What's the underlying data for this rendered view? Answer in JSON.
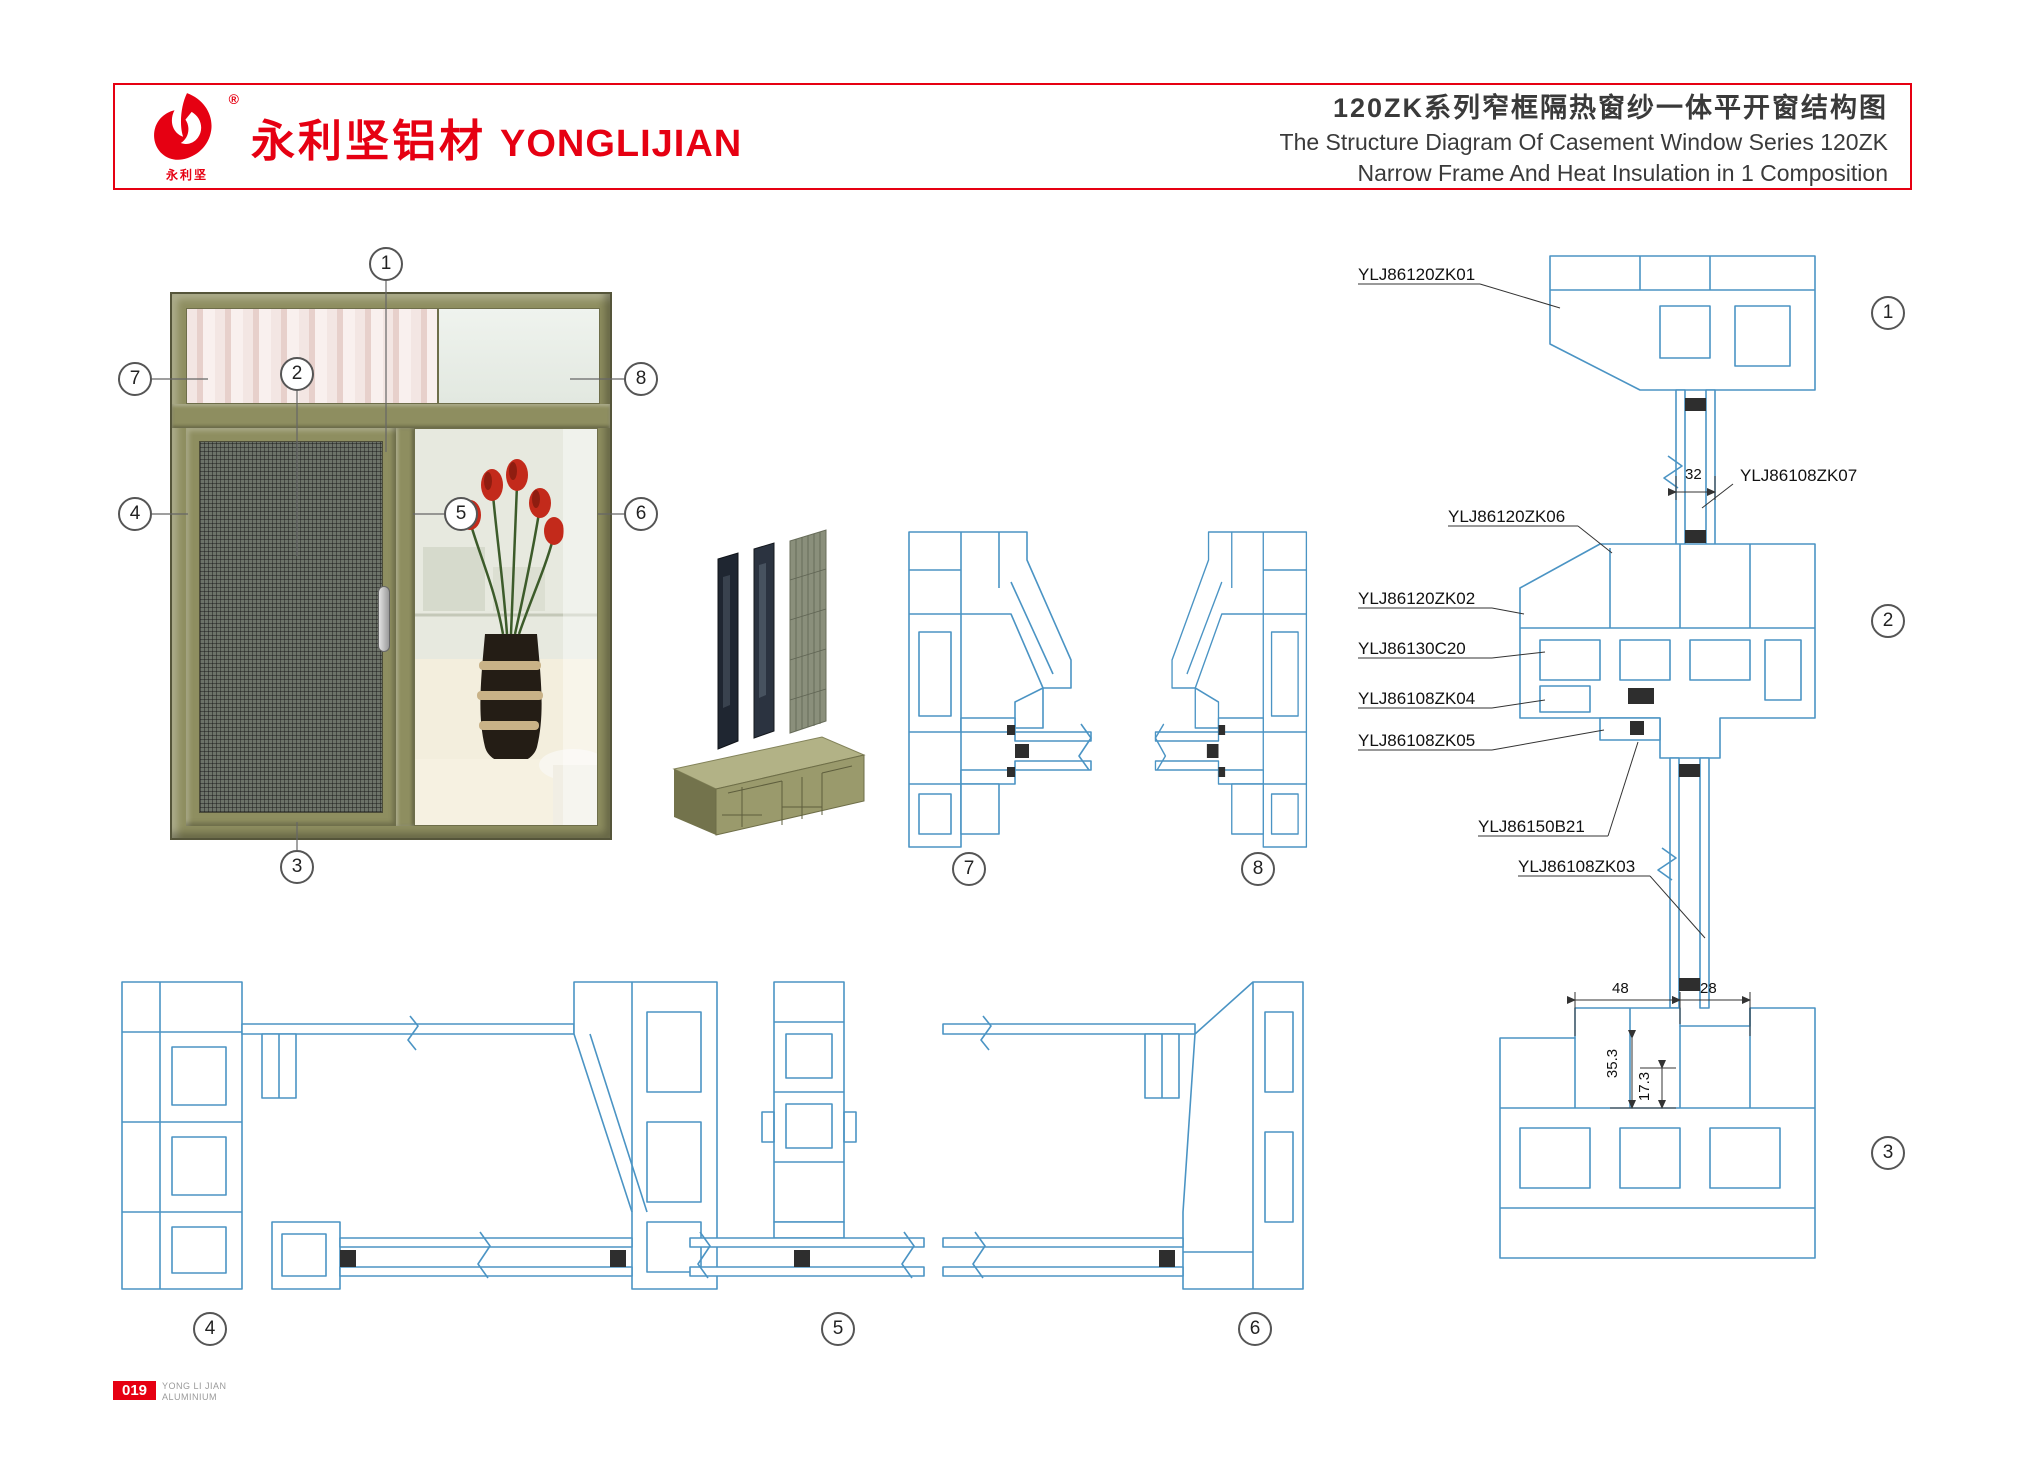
{
  "header": {
    "brand_cn": "永利坚铝材",
    "brand_en": "YONGLIJIAN",
    "logo_caption": "永利坚",
    "registered_mark": "®",
    "title_cn": "120ZK系列窄框隔热窗纱一体平开窗结构图",
    "title_en_line1": "The Structure Diagram Of Casement Window Series 120ZK",
    "title_en_line2": "Narrow Frame And Heat Insulation in 1 Composition"
  },
  "callouts": {
    "c1": "1",
    "c2": "2",
    "c3": "3",
    "c4": "4",
    "c5": "5",
    "c6": "6",
    "c7": "7",
    "c8": "8",
    "s4": "4",
    "s5": "5",
    "s6": "6",
    "s7": "7",
    "s8": "8",
    "d1": "1",
    "d2": "2",
    "d3": "3"
  },
  "part_labels": {
    "zk01": "YLJ86120ZK01",
    "zk06": "YLJ86120ZK06",
    "zk07": "YLJ86108ZK07",
    "zk02": "YLJ86120ZK02",
    "c20": "YLJ86130C20",
    "zk04": "YLJ86108ZK04",
    "zk05": "YLJ86108ZK05",
    "b21": "YLJ86150B21",
    "zk03": "YLJ86108ZK03"
  },
  "dimensions": {
    "glass_width": "32",
    "sill_width_a": "48",
    "sill_width_b": "28",
    "sill_height_a": "35.3",
    "sill_height_b": "17.3"
  },
  "footer": {
    "page_number": "019",
    "brand_line1": "YONG LI JIAN",
    "brand_line2": "ALUMINIUM"
  }
}
